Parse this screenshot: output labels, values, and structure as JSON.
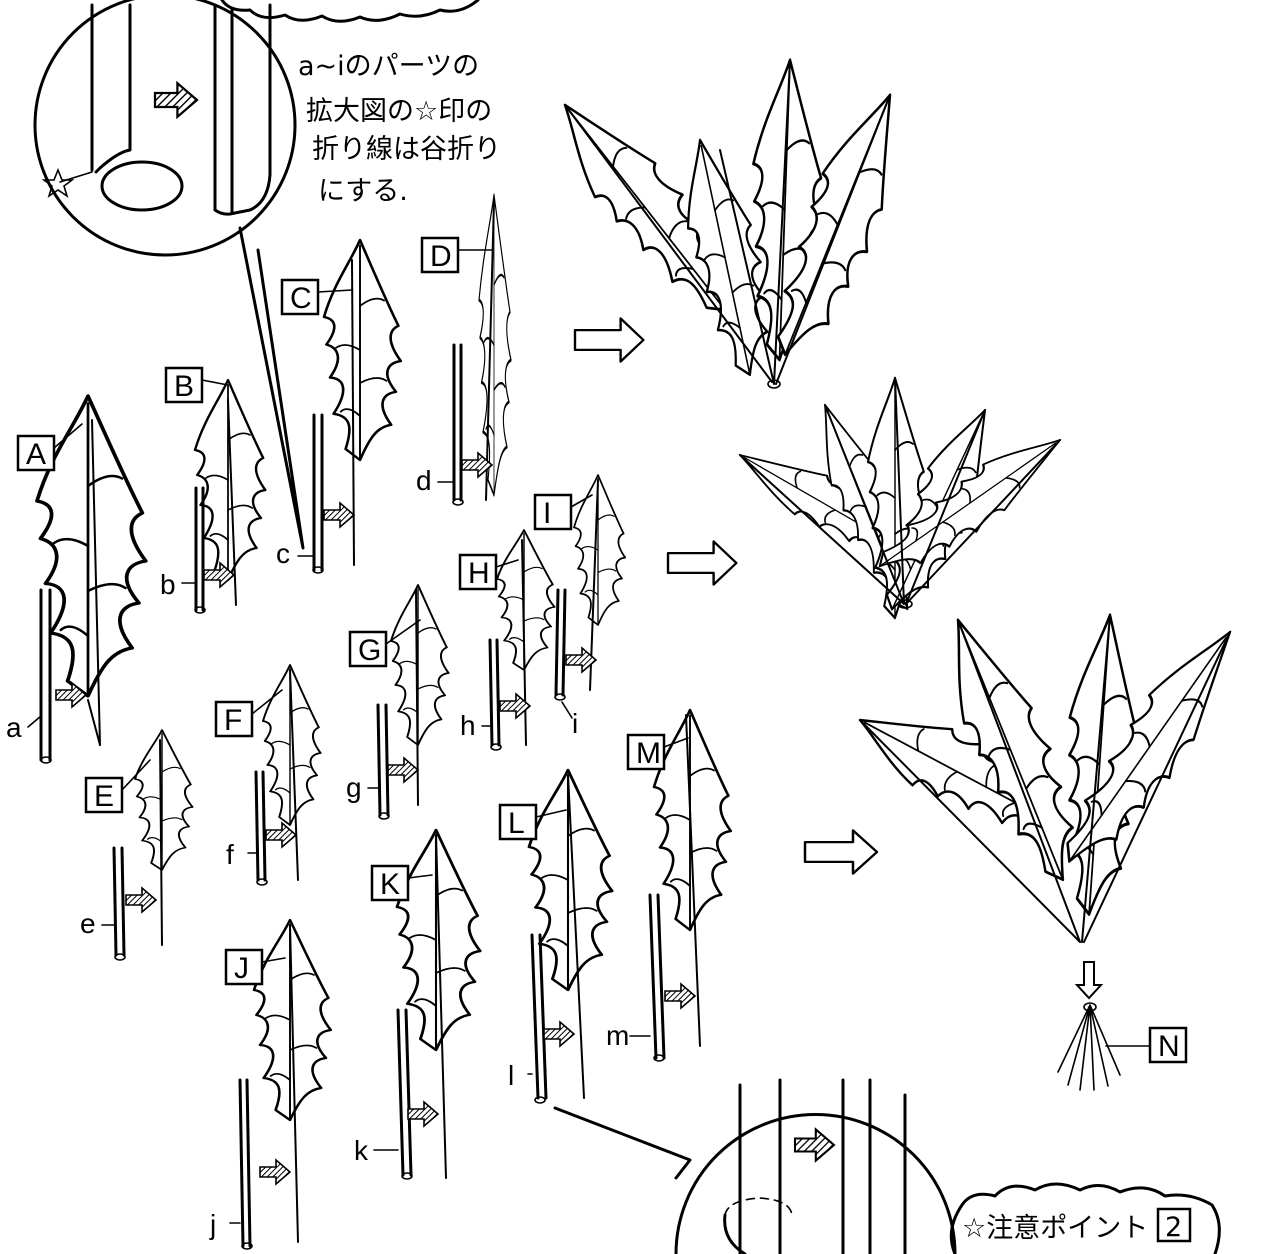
{
  "note_top": {
    "lines": [
      "a~iのパーツの",
      "拡大図の☆印の",
      "折り線は谷折り",
      "にする."
    ]
  },
  "note_bottom": {
    "text": "☆注意ポイント",
    "badge": "2"
  },
  "leaf_labels": [
    "A",
    "B",
    "C",
    "D",
    "E",
    "F",
    "G",
    "H",
    "I",
    "J",
    "K",
    "L",
    "M",
    "N"
  ],
  "stem_labels": [
    "a",
    "b",
    "c",
    "d",
    "e",
    "f",
    "g",
    "h",
    "i",
    "j",
    "k",
    "l",
    "m"
  ]
}
